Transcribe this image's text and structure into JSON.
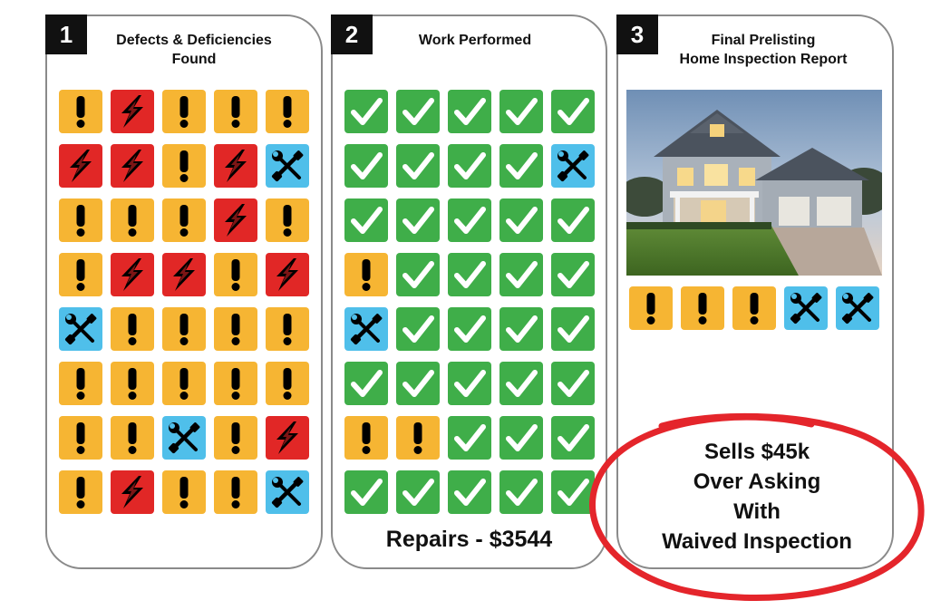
{
  "colors": {
    "warning": "#f6b533",
    "danger": "#e12726",
    "repair": "#4fbfea",
    "done": "#3fae49",
    "circle": "#e4252b"
  },
  "icons": {
    "warning": "exclamation-icon",
    "danger": "lightning-icon",
    "repair": "wrench-screwdriver-icon",
    "done": "checkmark-icon"
  },
  "panels": [
    {
      "number": "1",
      "title": "Defects & Deficiencies\nFound",
      "tiles": [
        [
          "warning",
          "danger",
          "warning",
          "warning",
          "warning"
        ],
        [
          "danger",
          "danger",
          "warning",
          "danger",
          "repair"
        ],
        [
          "warning",
          "warning",
          "warning",
          "danger",
          "warning"
        ],
        [
          "warning",
          "danger",
          "danger",
          "warning",
          "danger"
        ],
        [
          "repair",
          "warning",
          "warning",
          "warning",
          "warning"
        ],
        [
          "warning",
          "warning",
          "warning",
          "warning",
          "warning"
        ],
        [
          "warning",
          "warning",
          "repair",
          "warning",
          "danger"
        ],
        [
          "warning",
          "danger",
          "warning",
          "warning",
          "repair"
        ]
      ]
    },
    {
      "number": "2",
      "title": "Work Performed",
      "tiles": [
        [
          "done",
          "done",
          "done",
          "done",
          "done"
        ],
        [
          "done",
          "done",
          "done",
          "done",
          "repair"
        ],
        [
          "done",
          "done",
          "done",
          "done",
          "done"
        ],
        [
          "warning",
          "done",
          "done",
          "done",
          "done"
        ],
        [
          "repair",
          "done",
          "done",
          "done",
          "done"
        ],
        [
          "done",
          "done",
          "done",
          "done",
          "done"
        ],
        [
          "warning",
          "warning",
          "done",
          "done",
          "done"
        ],
        [
          "done",
          "done",
          "done",
          "done",
          "done"
        ]
      ],
      "footer": "Repairs - $3544"
    },
    {
      "number": "3",
      "title": "Final Prelisting\nHome Inspection Report",
      "tiles": [
        [
          "warning",
          "warning",
          "warning",
          "repair",
          "repair"
        ]
      ],
      "outcome": [
        "Sells $45k",
        "Over Asking",
        "With",
        "Waived Inspection"
      ]
    }
  ]
}
